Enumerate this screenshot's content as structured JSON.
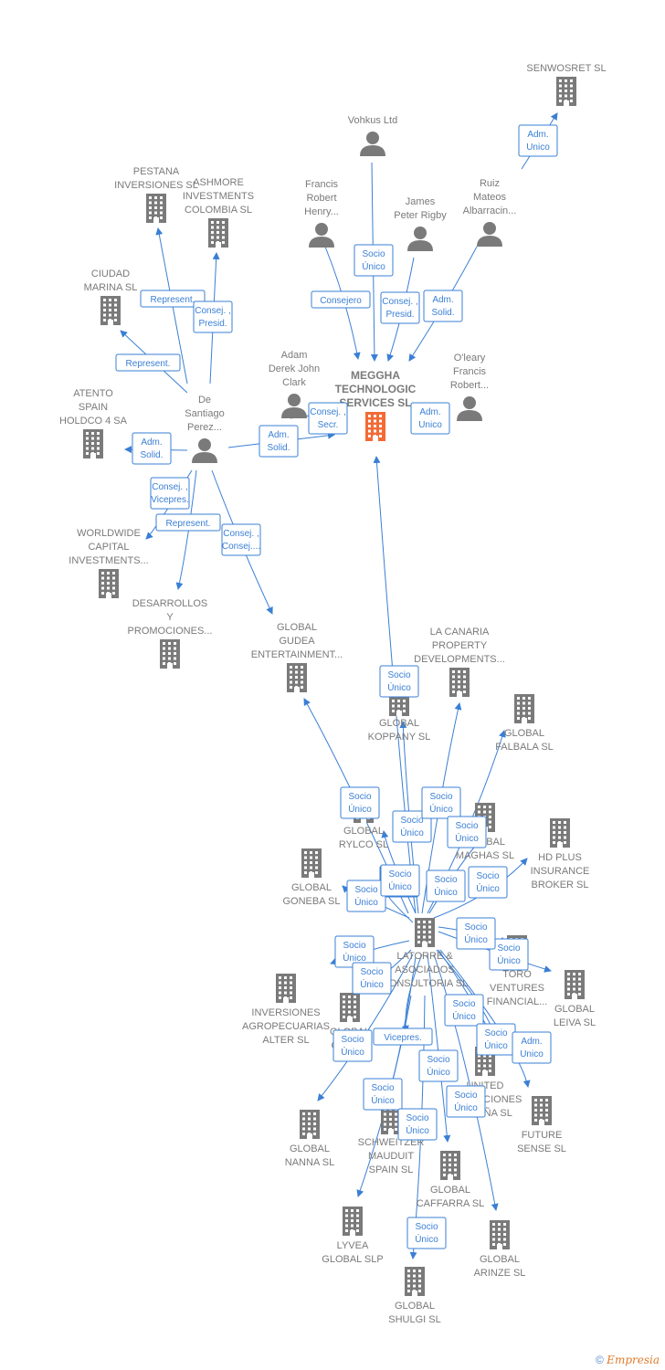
{
  "colors": {
    "edge": "#3a7fd5",
    "node": "#7a7a7a",
    "main_node": "#f26b36"
  },
  "footer": {
    "copyright": "©",
    "brand_initial": "E",
    "brand_rest": "mpresia"
  },
  "nodes": [
    {
      "id": "senwosret",
      "type": "company",
      "lines": [
        "SENWOSRET SL"
      ]
    },
    {
      "id": "vohkus",
      "type": "person",
      "lines": [
        "Vohkus Ltd"
      ]
    },
    {
      "id": "pestana",
      "type": "company",
      "lines": [
        "PESTANA",
        "INVERSIONES SL"
      ]
    },
    {
      "id": "ashmore",
      "type": "company",
      "lines": [
        "ASHMORE",
        "INVESTMENTS",
        "COLOMBIA SL"
      ]
    },
    {
      "id": "francis",
      "type": "person",
      "lines": [
        "Francis",
        "Robert",
        "Henry..."
      ]
    },
    {
      "id": "james",
      "type": "person",
      "lines": [
        "James",
        "Peter Rigby"
      ]
    },
    {
      "id": "ruiz",
      "type": "person",
      "lines": [
        "Ruiz",
        "Mateos",
        "Albarracin..."
      ]
    },
    {
      "id": "ciudad",
      "type": "company",
      "lines": [
        "CIUDAD",
        "MARINA SL"
      ]
    },
    {
      "id": "adam",
      "type": "person",
      "lines": [
        "Adam",
        "Derek John",
        "Clark"
      ]
    },
    {
      "id": "meggha",
      "type": "main",
      "lines": [
        "MEGGHA",
        "TECHNOLOGIC",
        "SERVICES  SL"
      ]
    },
    {
      "id": "oleary",
      "type": "person",
      "lines": [
        "O'leary",
        "Francis",
        "Robert..."
      ]
    },
    {
      "id": "atento",
      "type": "company",
      "lines": [
        "ATENTO",
        "SPAIN",
        "HOLDCO 4 SA"
      ]
    },
    {
      "id": "desantiago",
      "type": "person",
      "lines": [
        "De",
        "Santiago",
        "Perez..."
      ]
    },
    {
      "id": "worldwide",
      "type": "company",
      "lines": [
        "WORLDWIDE",
        "CAPITAL",
        "INVESTMENTS..."
      ]
    },
    {
      "id": "desarrollos",
      "type": "company",
      "lines": [
        "DESARROLLOS",
        "Y",
        "PROMOCIONES..."
      ]
    },
    {
      "id": "gudea",
      "type": "company",
      "lines": [
        "GLOBAL",
        "GUDEA",
        "ENTERTAINMENT..."
      ]
    },
    {
      "id": "canaria",
      "type": "company",
      "lines": [
        "LA CANARIA",
        "PROPERTY",
        "DEVELOPMENTS..."
      ]
    },
    {
      "id": "koppany",
      "type": "company",
      "lines": [
        "GLOBAL",
        "KOPPANY  SL"
      ]
    },
    {
      "id": "falbala",
      "type": "company",
      "lines": [
        "GLOBAL",
        "FALBALA  SL"
      ]
    },
    {
      "id": "rylco",
      "type": "company",
      "lines": [
        "GLOBAL",
        "RYLCO  SL"
      ]
    },
    {
      "id": "maghas",
      "type": "company",
      "lines": [
        "GLOBAL",
        "MAGHAS  SL"
      ]
    },
    {
      "id": "hdplus",
      "type": "company",
      "lines": [
        "HD PLUS",
        "INSURANCE",
        "BROKER  SL"
      ]
    },
    {
      "id": "goneba",
      "type": "company",
      "lines": [
        "GLOBAL",
        "GONEBA  SL"
      ]
    },
    {
      "id": "latorre",
      "type": "company",
      "lines": [
        "LATORRE &",
        "ASOCIADOS",
        "CONSULTORIA  SL"
      ]
    },
    {
      "id": "toro",
      "type": "company",
      "lines": [
        "TORO",
        "VENTURES",
        "FINANCIAL..."
      ]
    },
    {
      "id": "inversiones",
      "type": "company",
      "lines": [
        "INVERSIONES",
        "AGROPECUARIAS",
        "ALTER  SL"
      ]
    },
    {
      "id": "gos",
      "type": "company",
      "lines": [
        "GLOBAL",
        "GOS  SL"
      ]
    },
    {
      "id": "leiva",
      "type": "company",
      "lines": [
        "GLOBAL",
        "LEIVA  SL"
      ]
    },
    {
      "id": "united",
      "type": "company",
      "lines": [
        "UNITED",
        "OPERACIONES",
        "ESPAÑA  SL"
      ]
    },
    {
      "id": "future",
      "type": "company",
      "lines": [
        "FUTURE",
        "SENSE  SL"
      ]
    },
    {
      "id": "nanna",
      "type": "company",
      "lines": [
        "GLOBAL",
        "NANNA  SL"
      ]
    },
    {
      "id": "schweitzer",
      "type": "company",
      "lines": [
        "SCHWEITZER",
        "MAUDUIT",
        "SPAIN SL"
      ]
    },
    {
      "id": "caffarra",
      "type": "company",
      "lines": [
        "GLOBAL",
        "CAFFARRA  SL"
      ]
    },
    {
      "id": "lyvea",
      "type": "company",
      "lines": [
        "LYVEA",
        "GLOBAL  SLP"
      ]
    },
    {
      "id": "arinze",
      "type": "company",
      "lines": [
        "GLOBAL",
        "ARINZE  SL"
      ]
    },
    {
      "id": "shulgi",
      "type": "company",
      "lines": [
        "GLOBAL",
        "SHULGI  SL"
      ]
    }
  ],
  "edges": [
    {
      "from": "ruiz",
      "to": "senwosret",
      "label": [
        "Adm.",
        "Unico"
      ]
    },
    {
      "from": "vohkus",
      "to": "meggha",
      "label": [
        "Socio",
        "Único"
      ]
    },
    {
      "from": "francis",
      "to": "meggha",
      "label": [
        "Consejero"
      ]
    },
    {
      "from": "james",
      "to": "meggha",
      "label": [
        "Consej. ,",
        "Presid."
      ]
    },
    {
      "from": "ruiz",
      "to": "meggha",
      "label": [
        "Adm.",
        "Solid."
      ]
    },
    {
      "from": "adam",
      "to": "meggha",
      "label": [
        "Consej. ,",
        "Secr."
      ]
    },
    {
      "from": "oleary",
      "to": "meggha",
      "label": [
        "Adm.",
        "Unico"
      ]
    },
    {
      "from": "desantiago",
      "to": "pestana",
      "label": [
        "Represent."
      ]
    },
    {
      "from": "desantiago",
      "to": "ashmore",
      "label": [
        "Consej. ,",
        "Presid."
      ]
    },
    {
      "from": "desantiago",
      "to": "ciudad",
      "label": [
        "Represent."
      ]
    },
    {
      "from": "desantiago",
      "to": "atento",
      "label": [
        "Adm.",
        "Solid."
      ]
    },
    {
      "from": "desantiago",
      "to": "meggha",
      "label": [
        "Adm.",
        "Solid."
      ]
    },
    {
      "from": "desantiago",
      "to": "worldwide",
      "label": [
        "Consej. ,",
        "Vicepres."
      ]
    },
    {
      "from": "desantiago",
      "to": "desarrollos",
      "label": [
        "Represent."
      ]
    },
    {
      "from": "desantiago",
      "to": "gudea",
      "label": [
        "Consej. ,",
        "Consej...."
      ]
    },
    {
      "from": "latorre",
      "to": "meggha",
      "label": [
        "Socio",
        "Único"
      ]
    },
    {
      "from": "latorre",
      "to": "gudea",
      "label": [
        "Socio",
        "Único"
      ]
    },
    {
      "from": "latorre",
      "to": "koppany",
      "label": [
        "Socio",
        "Único"
      ]
    },
    {
      "from": "latorre",
      "to": "canaria",
      "label": [
        "Socio",
        "Único"
      ]
    },
    {
      "from": "latorre",
      "to": "falbala",
      "label": [
        "Socio",
        "Único"
      ]
    },
    {
      "from": "latorre",
      "to": "rylco",
      "label": [
        "Socio",
        "Único"
      ]
    },
    {
      "from": "latorre",
      "to": "maghas",
      "label": [
        "Socio",
        "Único"
      ]
    },
    {
      "from": "latorre",
      "to": "hdplus",
      "label": [
        "Socio",
        "Único"
      ]
    },
    {
      "from": "latorre",
      "to": "goneba",
      "label": [
        "Socio",
        "Único"
      ]
    },
    {
      "from": "latorre",
      "to": "goneba",
      "label": [
        "Socio",
        "Único"
      ]
    },
    {
      "from": "latorre",
      "to": "toro",
      "label": [
        "Socio",
        "Único"
      ]
    },
    {
      "from": "latorre",
      "to": "toro",
      "label": [
        "Socio",
        "Único"
      ]
    },
    {
      "from": "latorre",
      "to": "inversiones",
      "label": [
        "Socio",
        "Único"
      ]
    },
    {
      "from": "latorre",
      "to": "gos",
      "label": [
        "Socio",
        "Único"
      ]
    },
    {
      "from": "latorre",
      "to": "nanna",
      "label": [
        "Socio",
        "Único"
      ]
    },
    {
      "from": "latorre",
      "to": "leiva",
      "label": [
        "Socio",
        "Único"
      ]
    },
    {
      "from": "latorre",
      "to": "united",
      "label": [
        "Socio",
        "Único"
      ]
    },
    {
      "from": "latorre",
      "to": "future",
      "label": [
        "Adm.",
        "Unico"
      ]
    },
    {
      "from": "latorre",
      "to": "schweitzer",
      "label": [
        "Vicepres."
      ]
    },
    {
      "from": "latorre",
      "to": "caffarra",
      "label": [
        "Socio",
        "Único"
      ]
    },
    {
      "from": "latorre",
      "to": "schweitzer",
      "label": [
        "Socio",
        "Único"
      ]
    },
    {
      "from": "latorre",
      "to": "arinze",
      "label": [
        "Socio",
        "Único"
      ]
    },
    {
      "from": "latorre",
      "to": "lyvea",
      "label": [
        "Socio",
        "Único"
      ]
    },
    {
      "from": "latorre",
      "to": "shulgi",
      "label": [
        "Socio",
        "Único"
      ]
    }
  ]
}
